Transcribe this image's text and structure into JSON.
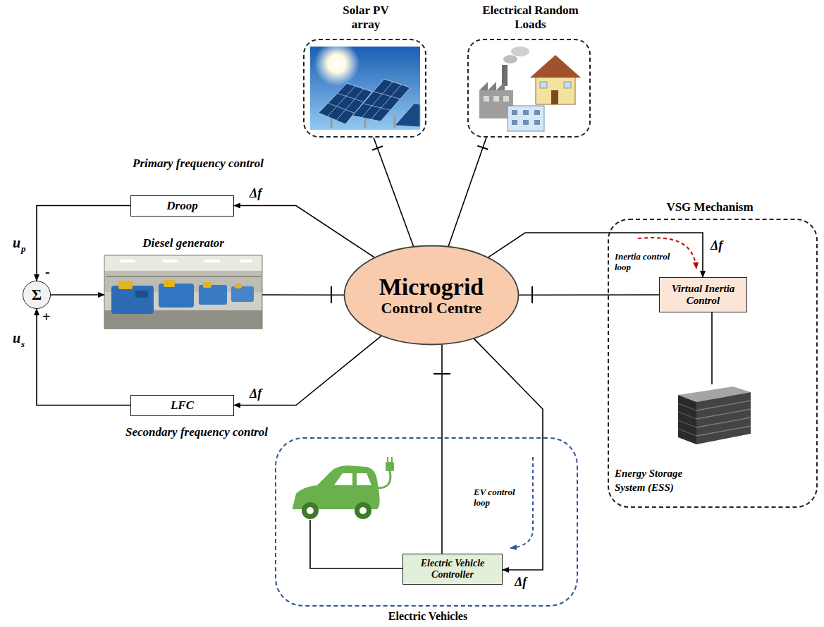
{
  "diagram": {
    "nodes": [
      {
        "text": [
          "Solar PV array"
        ]
      },
      {
        "text": [
          "Electrical Random Loads"
        ]
      },
      {
        "text": [
          "Microgrid",
          "Control Centre"
        ]
      },
      {
        "text": [
          "Droop"
        ]
      },
      {
        "text": [
          "Σ"
        ]
      },
      {
        "text": [
          "Diesel generator"
        ]
      },
      {
        "text": [
          "LFC"
        ]
      },
      {
        "text": [
          "VSG Mechanism"
        ]
      },
      {
        "text": [
          "Virtual Inertia Control"
        ],
        "in": 7
      },
      {
        "text": [
          "Energy Storage System (ESS)"
        ],
        "in": 7
      },
      {
        "text": [
          "Electric Vehicles"
        ]
      },
      {
        "text": [
          "Electric Vehicle Controller"
        ],
        "in": 10
      }
    ],
    "edges": [
      {
        "from": 2,
        "to": 0,
        "arrow": "none"
      },
      {
        "from": 2,
        "to": 1,
        "arrow": "none"
      },
      {
        "from": 2,
        "to": 3,
        "arrow": "to",
        "label": "Δf"
      },
      {
        "from": 3,
        "to": 4,
        "arrow": "to"
      },
      {
        "from": 6,
        "to": 4,
        "arrow": "to"
      },
      {
        "from": 2,
        "to": 6,
        "arrow": "to",
        "label": "Δf"
      },
      {
        "from": 4,
        "to": 5,
        "arrow": "to"
      },
      {
        "from": 5,
        "to": 2,
        "arrow": "none"
      },
      {
        "from": 2,
        "to": 8,
        "arrow": "to",
        "label": "Δf"
      },
      {
        "from": 2,
        "to": 8,
        "arrow": "none"
      },
      {
        "from": 8,
        "to": 9,
        "arrow": "none"
      },
      {
        "from": 2,
        "to": 11,
        "arrow": "to",
        "label": "Δf"
      },
      {
        "from": 11,
        "to": 2,
        "arrow": "none"
      }
    ],
    "labels": [
      "Primary frequency control",
      "Secondary frequency control",
      "u",
      "p",
      "-",
      "u",
      "s",
      "+",
      "Inertia control loop",
      "EV control loop"
    ]
  }
}
